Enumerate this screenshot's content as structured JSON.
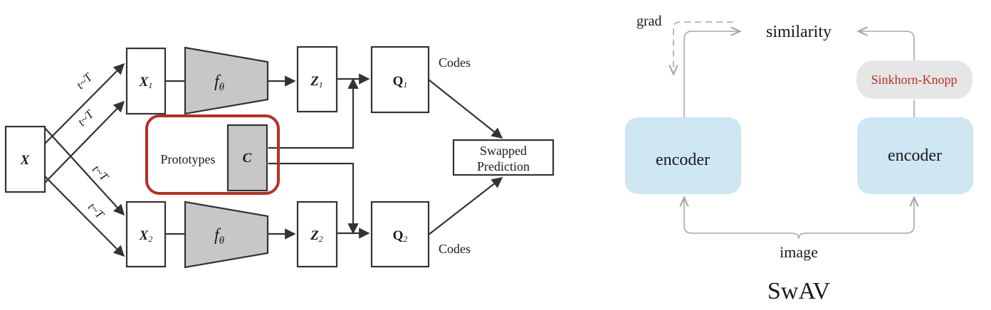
{
  "colors": {
    "box_stroke": "#333333",
    "encoder_fill": "#cfe6f3",
    "sinkhorn_fill": "#e6e6e6",
    "sinkhorn_text": "#b5302c",
    "highlight": "#b23127",
    "prototype_fill": "#c7c7c7",
    "gray_arrow": "#a8a8a8"
  },
  "left": {
    "input": "X",
    "aug_labels": [
      "t~T",
      "t~T",
      "t~T",
      "t~T"
    ],
    "view1": {
      "main": "X",
      "sub": "1"
    },
    "view2": {
      "main": "X",
      "sub": "2"
    },
    "f_main": "f",
    "f_sub": "θ",
    "z1": {
      "main": "Z",
      "sub": "1"
    },
    "z2": {
      "main": "Z",
      "sub": "2"
    },
    "q1": {
      "main": "Q",
      "sub": "1"
    },
    "q2": {
      "main": "Q",
      "sub": "2"
    },
    "codes_top": "Codes",
    "codes_bottom": "Codes",
    "prototypes_label": "Prototypes",
    "prototypes_symbol": "C",
    "swapped_line1": "Swapped",
    "swapped_line2": "Prediction"
  },
  "right": {
    "grad": "grad",
    "similarity": "similarity",
    "sinkhorn": "Sinkhorn-Knopp",
    "encoder_left": "encoder",
    "encoder_right": "encoder",
    "image": "image",
    "title": "SwAV"
  }
}
